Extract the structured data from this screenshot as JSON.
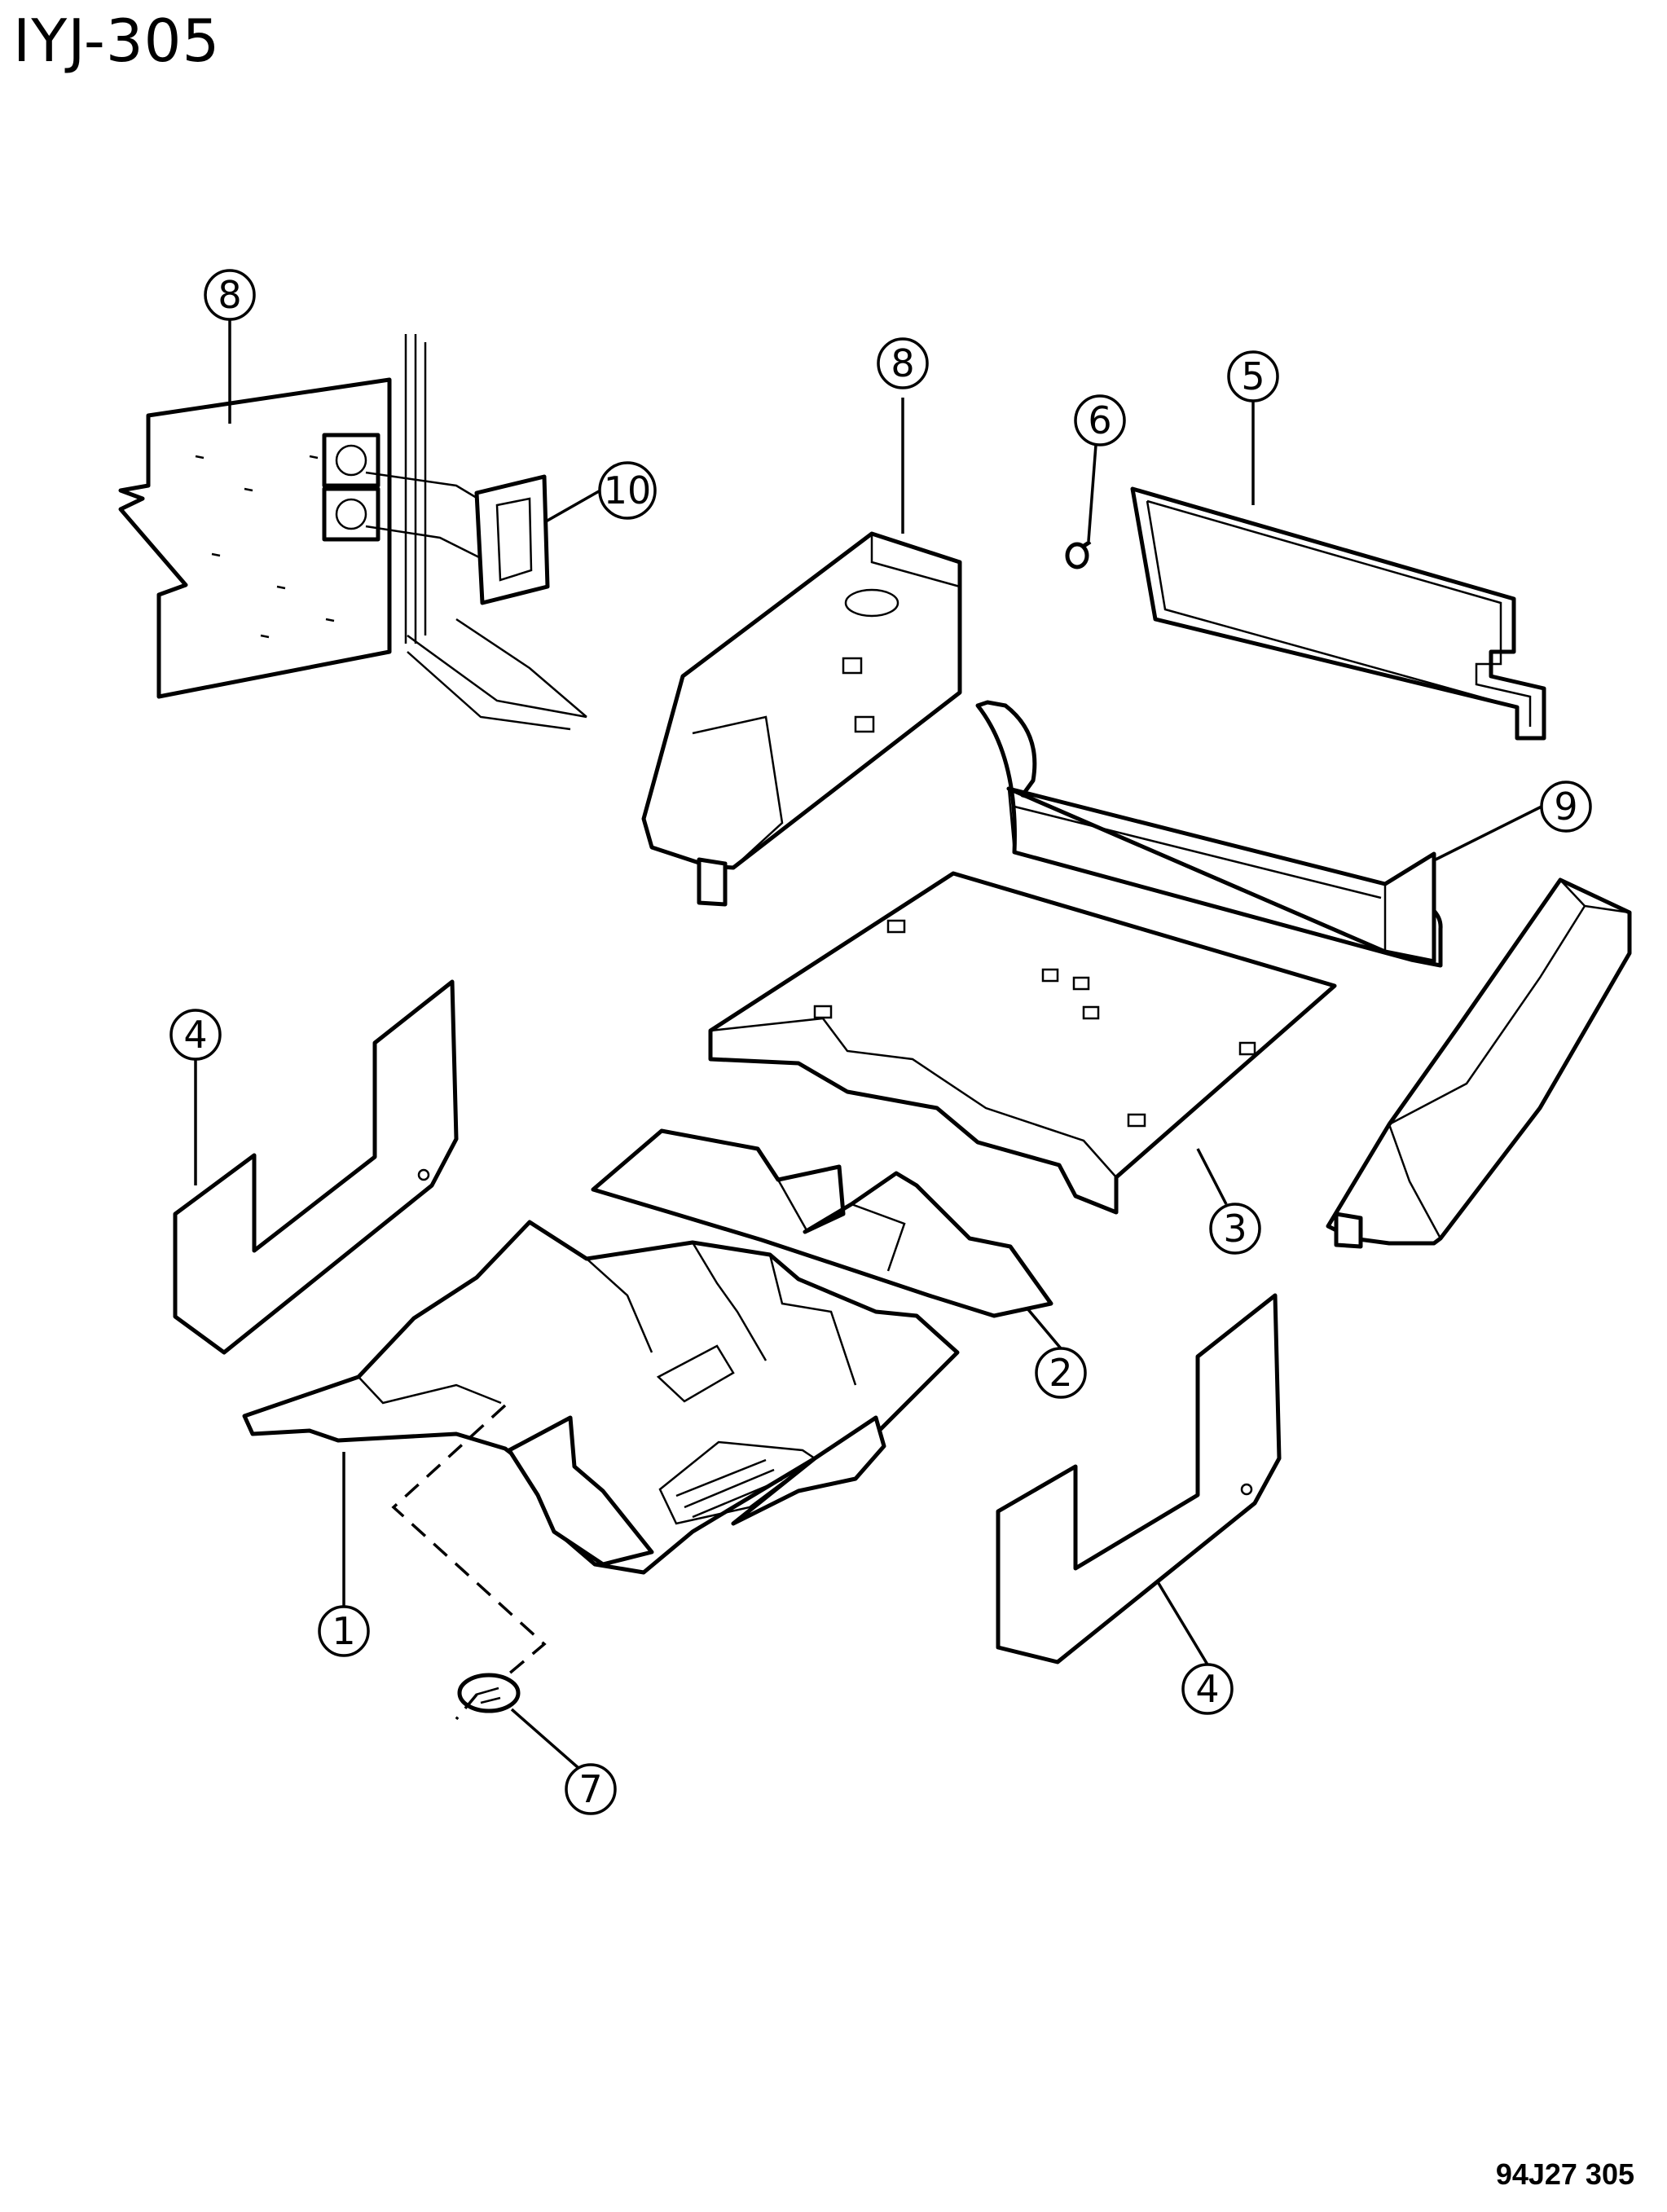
{
  "title": "IYJ-305",
  "code": "94J27  305",
  "callouts": [
    {
      "id": "c8a",
      "label": "8"
    },
    {
      "id": "c10",
      "label": "10"
    },
    {
      "id": "c8b",
      "label": "8"
    },
    {
      "id": "c6",
      "label": "6"
    },
    {
      "id": "c5",
      "label": "5"
    },
    {
      "id": "c9",
      "label": "9"
    },
    {
      "id": "c4a",
      "label": "4"
    },
    {
      "id": "c3",
      "label": "3"
    },
    {
      "id": "c2",
      "label": "2"
    },
    {
      "id": "c1",
      "label": "1"
    },
    {
      "id": "c4b",
      "label": "4"
    },
    {
      "id": "c7",
      "label": "7"
    }
  ]
}
